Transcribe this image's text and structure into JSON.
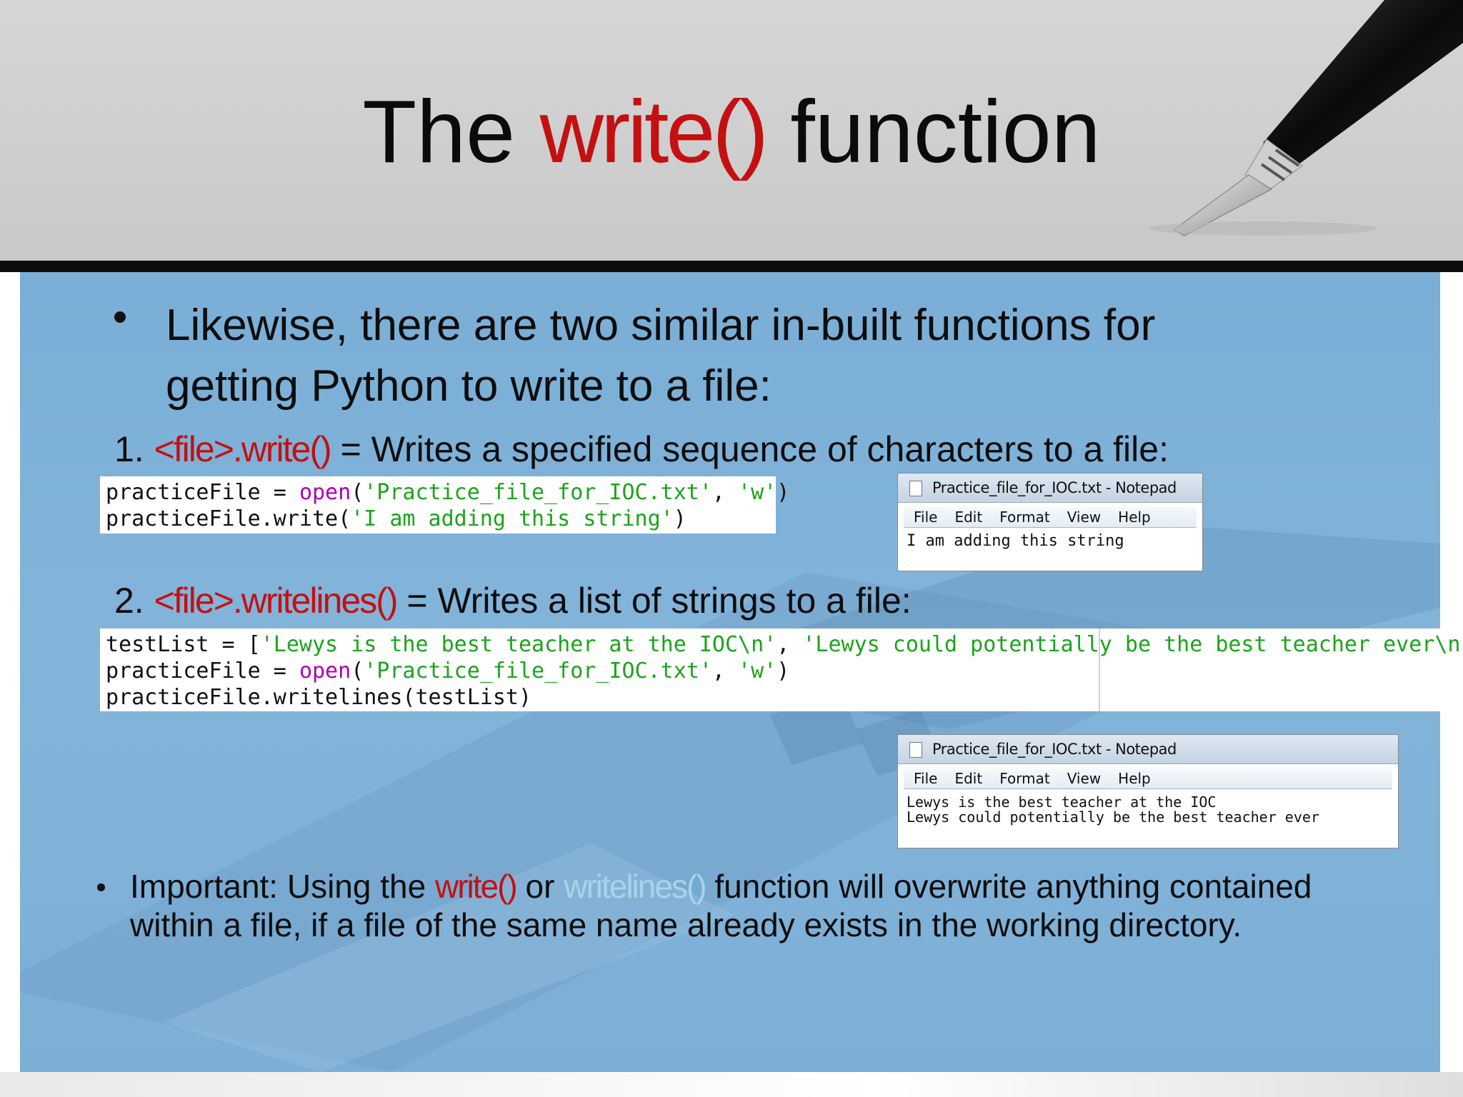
{
  "slide": {
    "title": {
      "pre": "The ",
      "highlight": "write()",
      "post": " function"
    },
    "bullet": {
      "line1": "Likewise, there are two similar in-built functions for",
      "line2": "getting Python to write to a file:"
    },
    "item1": {
      "num": "1. ",
      "func": "<file>.write()",
      "desc": " = Writes a specified sequence of characters to a file:"
    },
    "item2": {
      "num": "2. ",
      "func": "<file>.writelines()",
      "desc": " = Writes a list of strings to a file:"
    },
    "code1": {
      "l1a": "practiceFile = ",
      "l1kw": "open",
      "l1b": "(",
      "l1s1": "'Practice_file_for_IOC.txt'",
      "l1c": ", ",
      "l1s2": "'w'",
      "l1d": ")",
      "l2a": "practiceFile.write(",
      "l2s": "'I am adding this string'",
      "l2b": ")"
    },
    "code2": {
      "l1a": "testList = [",
      "l1s1": "'Lewys is the best teacher at the IOC\\n'",
      "l1b": ", ",
      "l1s2": "'Lewys could potentially be the best teacher ever\\n'",
      "l1c": "]",
      "l2a": "practiceFile = ",
      "l2kw": "open",
      "l2b": "(",
      "l2s1": "'Practice_file_for_IOC.txt'",
      "l2c": ", ",
      "l2s2": "'w'",
      "l2d": ")",
      "l3": "practiceFile.writelines(testList)"
    },
    "notepad1": {
      "title": "Practice_file_for_IOC.txt - Notepad",
      "menu": [
        "File",
        "Edit",
        "Format",
        "View",
        "Help"
      ],
      "body": "I am adding this string"
    },
    "notepad2": {
      "title": "Practice_file_for_IOC.txt - Notepad",
      "menu": [
        "File",
        "Edit",
        "Format",
        "View",
        "Help"
      ],
      "line1": "Lewys is the best teacher at the IOC",
      "line2": "Lewys could potentially be the best teacher ever"
    },
    "important": {
      "pre": "Important: Using the ",
      "f1": "write()",
      "mid": " or ",
      "f2": "writelines()",
      "post": " function will overwrite anything contained",
      "line2": "within a file, if a file of the same name already exists in the working directory."
    },
    "colors": {
      "accent_red": "#c41010",
      "content_blue": "#7aaed6",
      "code_string_green": "#1ca31c",
      "code_keyword_purple": "#b000b0"
    }
  }
}
